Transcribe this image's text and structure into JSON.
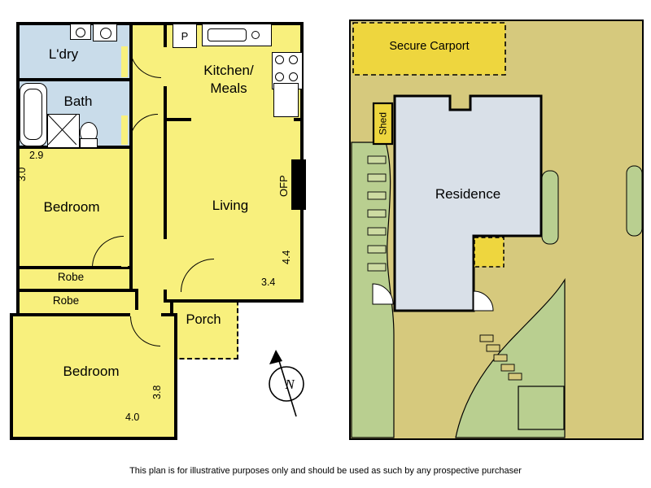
{
  "floor_plan": {
    "rooms": {
      "ldry": "L'dry",
      "bath": "Bath",
      "kitchen_meals": "Kitchen/\nMeals",
      "living": "Living",
      "bedroom_top": "Bedroom",
      "robe_top": "Robe",
      "robe_bottom": "Robe",
      "bedroom_bottom": "Bedroom",
      "porch": "Porch"
    },
    "annotations": {
      "pantry": "P",
      "open_fireplace": "OFP",
      "north": "N"
    },
    "dimensions": {
      "bedroom_top_width": "2.9",
      "bedroom_top_depth": "3.0",
      "living_depth": "4.4",
      "living_width": "3.4",
      "bedroom_bottom_depth": "3.8",
      "bedroom_bottom_width": "4.0"
    }
  },
  "site_plan": {
    "carport_label": "Secure Carport",
    "shed_label": "Shed",
    "residence_label": "Residence"
  },
  "footer_disclaimer": "This plan is for illustrative purposes only and should be used as such by any prospective purchaser",
  "colors": {
    "room_yellow": "#f8f07d",
    "wet_area_blue": "#c9dcea",
    "site_yellow": "#eed63e",
    "lot_tan": "#d6c97d",
    "garden_green": "#b9cf90",
    "residence_grey": "#d9e0e8",
    "wall_black": "#000000"
  }
}
